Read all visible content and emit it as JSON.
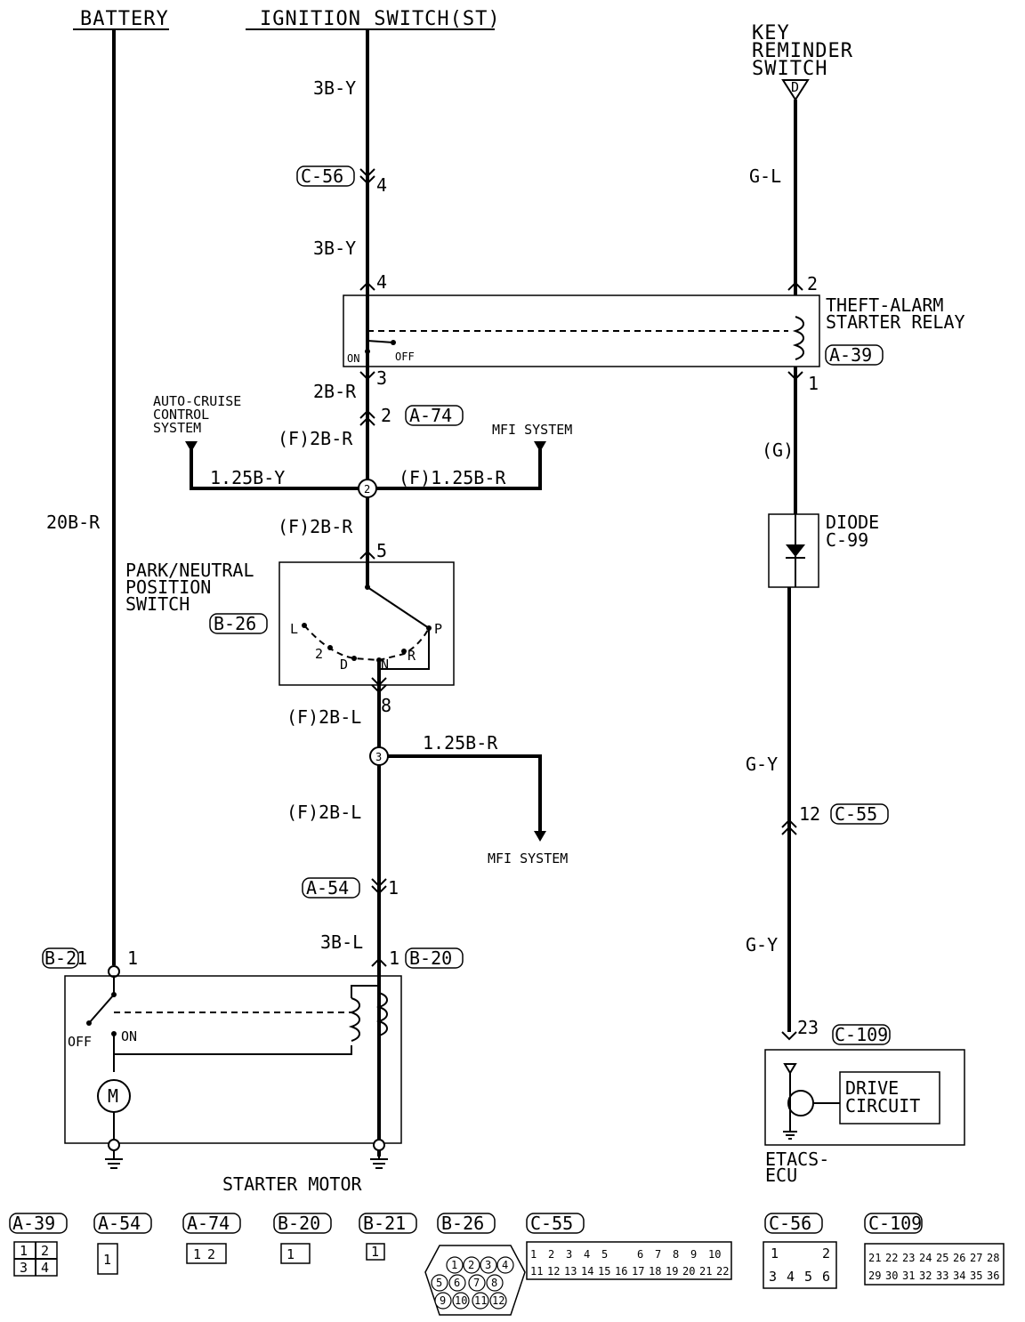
{
  "titles": {
    "battery": "BATTERY",
    "ignition": "IGNITION SWITCH(ST)",
    "key_reminder": [
      "KEY",
      "REMINDER",
      "SWITCH"
    ],
    "key_reminder_term": "D"
  },
  "wires": {
    "w1": "3B-Y",
    "w2": "3B-Y",
    "gl": "G-L",
    "w3": "2B-R",
    "w4": "(F)2B-R",
    "w5": "1.25B-Y",
    "w6": "(F)1.25B-R",
    "w7": "(F)2B-R",
    "w8": "20B-R",
    "g": "(G)",
    "w9": "(F)2B-L",
    "w10": "1.25B-R",
    "w11": "(F)2B-L",
    "gy1": "G-Y",
    "gy2": "G-Y",
    "w12": "3B-L"
  },
  "connectors": {
    "c56": "C-56",
    "a39": "A-39",
    "a74": "A-74",
    "a54": "A-54",
    "b21": "B-21",
    "b20": "B-20",
    "b26": "B-26",
    "c55": "C-55",
    "c109": "C-109"
  },
  "pins": {
    "c56_pin": "4",
    "relay_in": "4",
    "relay_key": "2",
    "relay_out": "3",
    "relay_diode": "1",
    "a74_pin": "2",
    "pnp_in": "5",
    "pnp_out": "8",
    "a54_pin": "1",
    "b21_pin": "1",
    "b20_pin": "1",
    "c55_pin": "12",
    "c109_pin": "23",
    "junction_2": "2",
    "junction_3": "3"
  },
  "components": {
    "relay": [
      "THEFT-ALARM",
      "STARTER RELAY"
    ],
    "relay_on": "ON",
    "relay_off": "OFF",
    "auto_cruise": [
      "AUTO-CRUISE",
      "CONTROL",
      "SYSTEM"
    ],
    "mfi_1": "MFI SYSTEM",
    "mfi_2": "MFI SYSTEM",
    "diode": [
      "DIODE",
      "C-99"
    ],
    "pnp": [
      "PARK/NEUTRAL",
      "POSITION",
      "SWITCH"
    ],
    "pnp_positions": [
      "L",
      "2",
      "D",
      "N",
      "R",
      "P"
    ],
    "motor_off": "OFF",
    "motor_on": "ON",
    "motor_symbol": "M",
    "starter": "STARTER MOTOR",
    "drive_circuit": [
      "DRIVE",
      "CIRCUIT"
    ],
    "etacs": [
      "ETACS-",
      "ECU"
    ]
  },
  "legend": {
    "a39": {
      "label": "A-39",
      "pins": [
        "1",
        "2",
        "3",
        "4"
      ]
    },
    "a54": {
      "label": "A-54",
      "pins": [
        "1"
      ]
    },
    "a74": {
      "label": "A-74",
      "pins": [
        "1",
        "2"
      ]
    },
    "b20": {
      "label": "B-20",
      "pins": [
        "1"
      ]
    },
    "b21": {
      "label": "B-21",
      "pins": [
        "1"
      ]
    },
    "b26": {
      "label": "B-26",
      "pins": [
        "1",
        "2",
        "3",
        "4",
        "5",
        "6",
        "7",
        "8",
        "9",
        "10",
        "11",
        "12"
      ]
    },
    "c55": {
      "label": "C-55",
      "pins": [
        "1",
        "2",
        "3",
        "4",
        "5",
        "6",
        "7",
        "8",
        "9",
        "10",
        "11",
        "12",
        "13",
        "14",
        "15",
        "16",
        "17",
        "18",
        "19",
        "20",
        "21",
        "22"
      ]
    },
    "c56": {
      "label": "C-56",
      "pins": [
        "1",
        "2",
        "3",
        "4",
        "5",
        "6"
      ]
    },
    "c109": {
      "label": "C-109",
      "pins": [
        "21",
        "22",
        "23",
        "24",
        "25",
        "26",
        "27",
        "28",
        "29",
        "30",
        "31",
        "32",
        "33",
        "34",
        "35",
        "36"
      ]
    }
  }
}
